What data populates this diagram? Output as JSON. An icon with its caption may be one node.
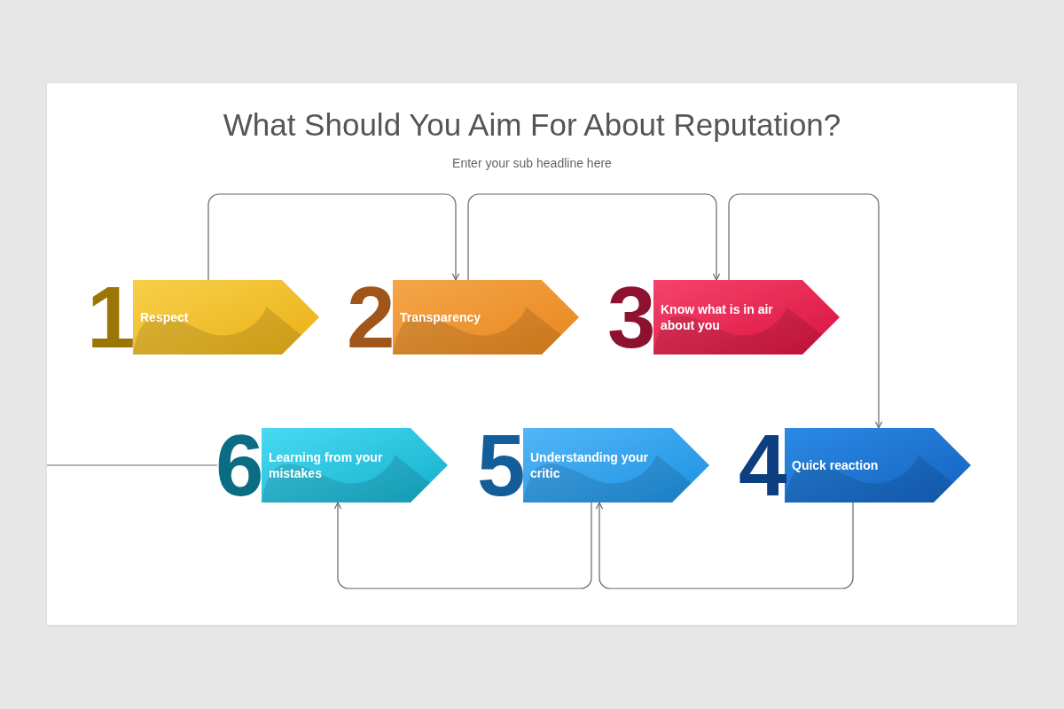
{
  "diagram": {
    "title": "What Should You Aim For About Reputation?",
    "nodes": [
      {
        "text": [
          "1",
          "Respect"
        ]
      },
      {
        "text": [
          "2",
          "Transparency"
        ]
      },
      {
        "text": [
          "3",
          "Know what is in air about you"
        ]
      },
      {
        "text": [
          "4",
          "Quick reaction"
        ]
      },
      {
        "text": [
          "5",
          "Understanding your critic"
        ]
      },
      {
        "text": [
          "6",
          "Learning from your mistakes"
        ]
      }
    ],
    "edges": [
      {
        "from": 0,
        "to": 1,
        "arrow": "to"
      },
      {
        "from": 1,
        "to": 2,
        "arrow": "to"
      },
      {
        "from": 2,
        "to": 3,
        "arrow": "to"
      },
      {
        "from": 3,
        "to": 4,
        "arrow": "to"
      },
      {
        "from": 4,
        "to": 5,
        "arrow": "to"
      },
      {
        "from": 5,
        "to": null,
        "arrow": "none"
      }
    ],
    "labels": [
      "Enter your sub headline here"
    ]
  }
}
